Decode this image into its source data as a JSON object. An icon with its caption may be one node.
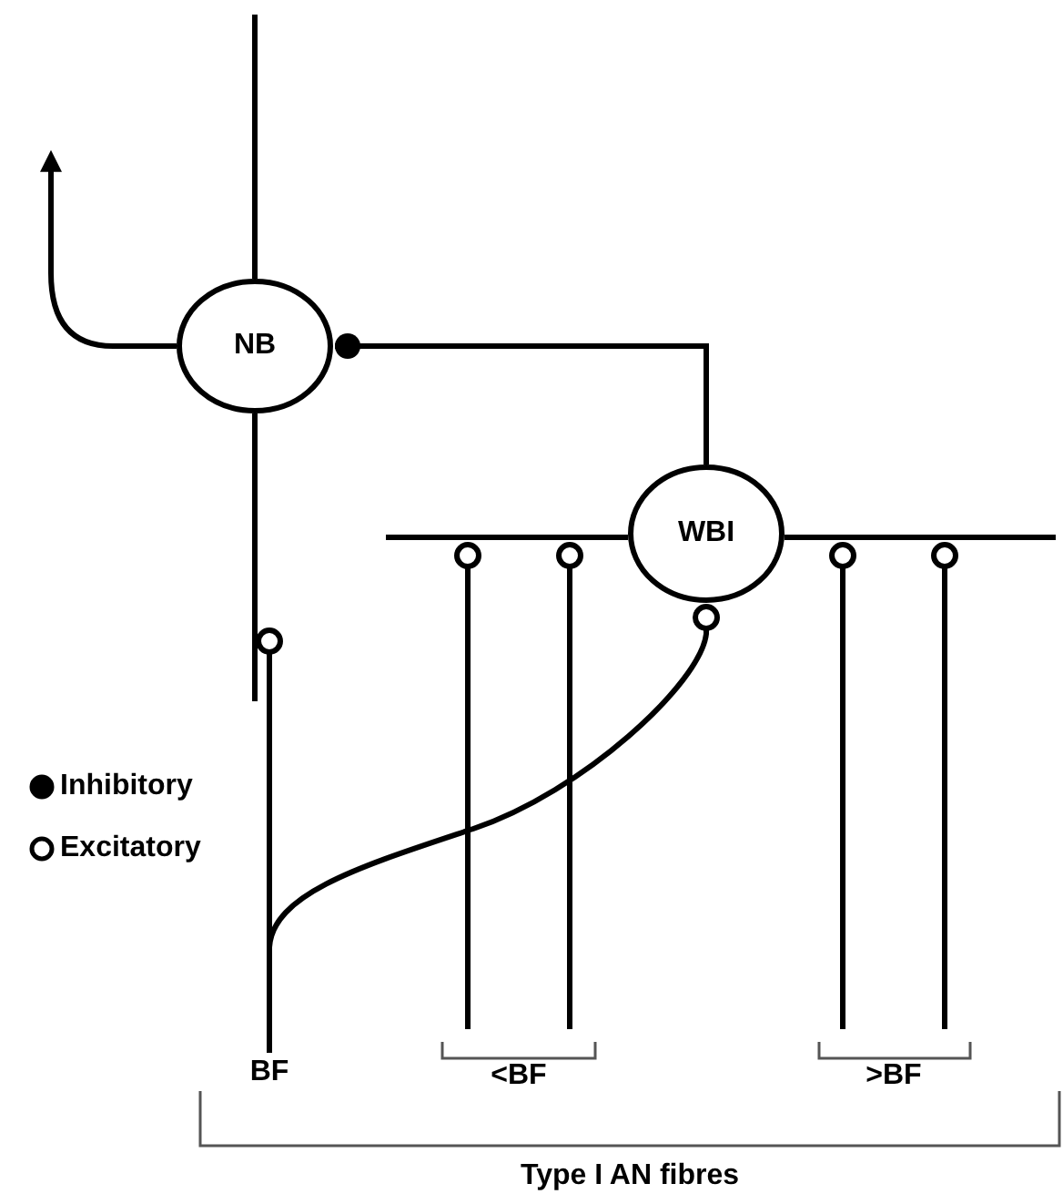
{
  "diagram": {
    "nodes": [
      {
        "text": [
          "NB"
        ]
      },
      {
        "text": [
          "WBI"
        ]
      },
      {
        "text": [
          "BF"
        ]
      }
    ],
    "edges": [
      {
        "from": null,
        "to": 0,
        "arrow": "none"
      },
      {
        "from": 0,
        "to": null,
        "arrow": "to"
      },
      {
        "from": 1,
        "to": 0,
        "arrow": "other"
      },
      {
        "from": 2,
        "to": 0,
        "arrow": "other"
      },
      {
        "from": 2,
        "to": 1,
        "arrow": "other"
      },
      {
        "from": null,
        "to": 1,
        "arrow": "other"
      },
      {
        "from": null,
        "to": 1,
        "arrow": "other"
      },
      {
        "from": null,
        "to": 1,
        "arrow": "other"
      },
      {
        "from": null,
        "to": 1,
        "arrow": "other"
      }
    ],
    "labels": [
      "<BF",
      ">BF",
      "Type I AN fibres"
    ],
    "legend": [
      {
        "text": "Inhibitory"
      },
      {
        "text": "Excitatory"
      }
    ]
  }
}
